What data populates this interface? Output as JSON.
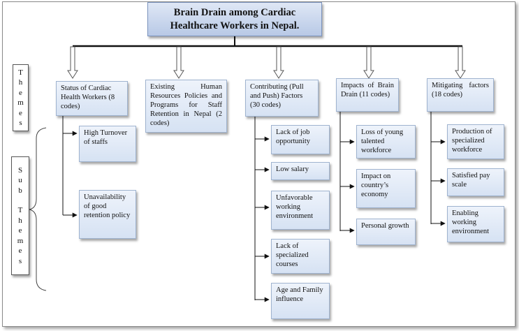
{
  "title": "Brain Drain among Cardiac Healthcare Workers in Nepal.",
  "side_labels": {
    "themes": [
      "T",
      "h",
      "e",
      "m",
      "e",
      "s"
    ],
    "sub_themes": [
      "S",
      "u",
      "b",
      "",
      "T",
      "h",
      "e",
      "m",
      "e",
      "s"
    ]
  },
  "themes": [
    {
      "label": "Status of Cardiac Health Workers (8 codes)",
      "subthemes": [
        "High Turnover of staffs",
        "Unavailability of good retention policy"
      ]
    },
    {
      "label": "Existing Human Resources Policies and Programs for Staff Retention in Nepal (2 codes)",
      "subthemes": []
    },
    {
      "label": "Contributing (Pull and Push) Factors (30 codes)",
      "subthemes": [
        "Lack of job opportunity",
        "Low salary",
        "Unfavorable working environment",
        "Lack of specialized courses",
        "Age and Family influence"
      ]
    },
    {
      "label": "Impacts of Brain Drain (11 codes)",
      "subthemes": [
        "Loss of young talented workforce",
        "Impact on country’s economy",
        "Personal growth"
      ]
    },
    {
      "label": "Mitigating factors (18 codes)",
      "subthemes": [
        "Production of specialized workforce",
        "Satisfied pay scale",
        "Enabling working environment"
      ]
    }
  ]
}
